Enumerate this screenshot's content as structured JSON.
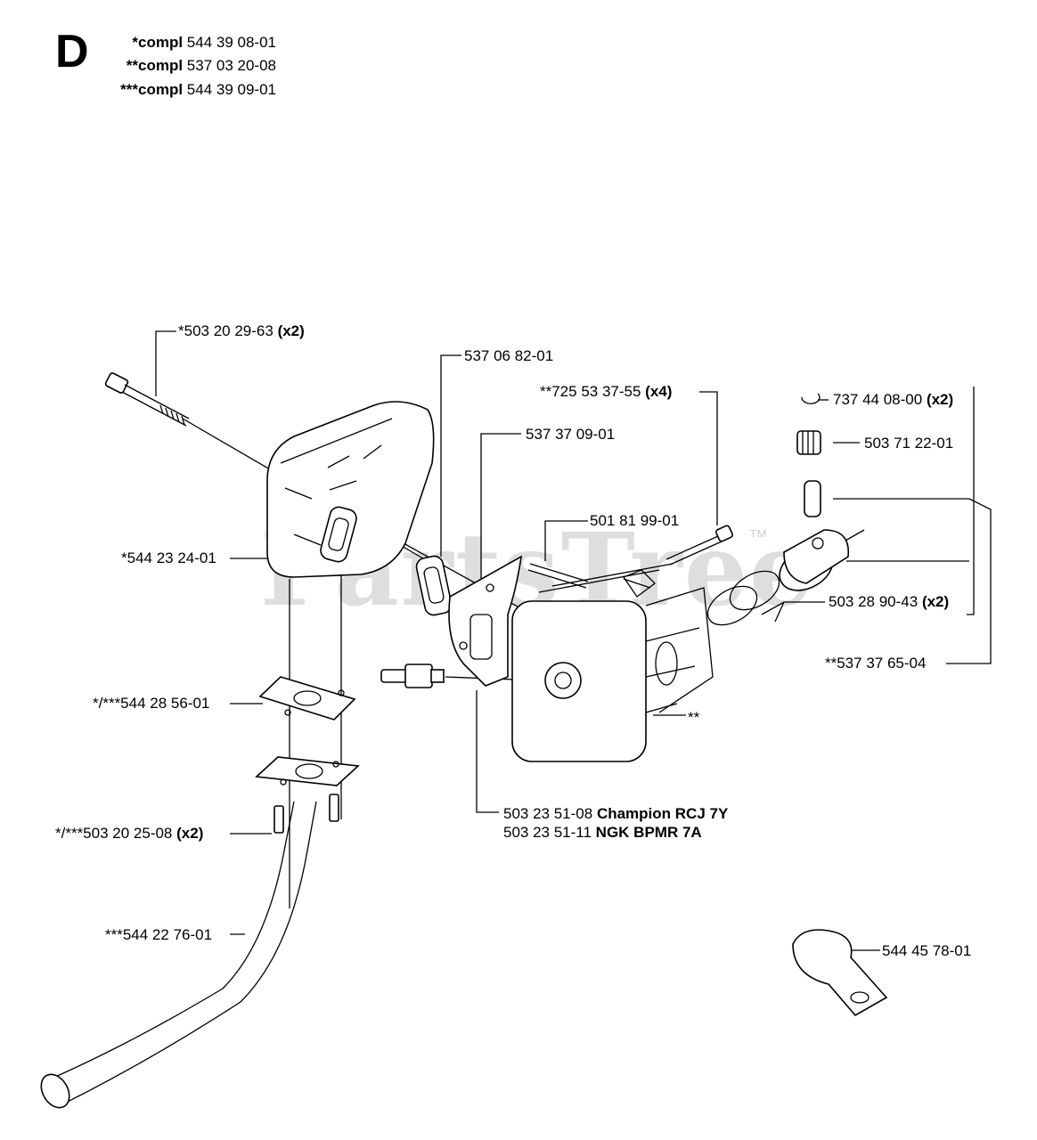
{
  "header": {
    "section": "D",
    "kits": [
      {
        "prefix": "*compl",
        "number": "544 39 08-01"
      },
      {
        "prefix": "**compl",
        "number": "537 03 20-08"
      },
      {
        "prefix": "***compl",
        "number": "544 39 09-01"
      }
    ]
  },
  "watermark": {
    "text": "PartsTree",
    "tm": "™"
  },
  "labels": {
    "bolt_muffler": {
      "number": "*503 20 29-63",
      "qty": "(x2)"
    },
    "gasket_1": {
      "number": "537 06 82-01"
    },
    "plate_1": {
      "number": "537 37 09-01"
    },
    "cyl_screw": {
      "number": "**725 53 37-55",
      "qty": "(x4)"
    },
    "circlip": {
      "number": "737 44 08-00",
      "qty": "(x2)"
    },
    "bearing": {
      "number": "503 71 22-01"
    },
    "stud": {
      "number": "501 81 99-01"
    },
    "muffler": {
      "number": "*544 23 24-01"
    },
    "rings": {
      "number": "503 28 90-43",
      "qty": "(x2)"
    },
    "piston_kit": {
      "number": "**537 37 65-04"
    },
    "gasket_2": {
      "number": "*/***544 28 56-01"
    },
    "cyl_mark": {
      "number": "**"
    },
    "spark_plug_1": {
      "number": "503 23 51-08",
      "name": "Champion RCJ 7Y"
    },
    "spark_plug_2": {
      "number": "503 23 51-11",
      "name": "NGK BPMR 7A"
    },
    "screw_pipe": {
      "number": "*/***503 20 25-08",
      "qty": "(x2)"
    },
    "pipe": {
      "number": "***544 22 76-01"
    },
    "clamp": {
      "number": "544 45 78-01"
    }
  }
}
